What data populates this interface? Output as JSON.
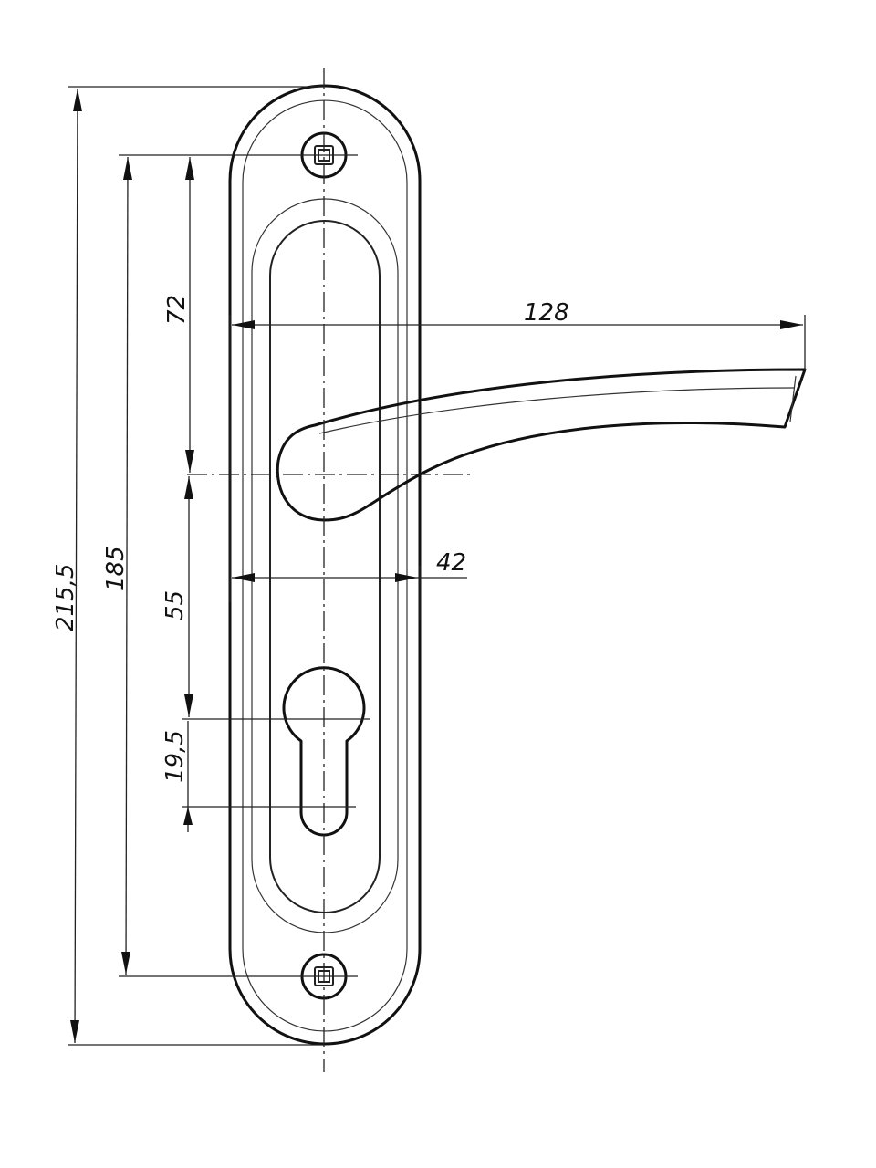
{
  "dimensions": {
    "overall_height": "215,5",
    "screw_spacing": "185",
    "screw_to_handle": "72",
    "handle_to_cylinder": "55",
    "cylinder": "19,5",
    "handle_length": "128",
    "plate_width": "42"
  },
  "colors": {
    "line": "#111111",
    "background": "#ffffff"
  }
}
